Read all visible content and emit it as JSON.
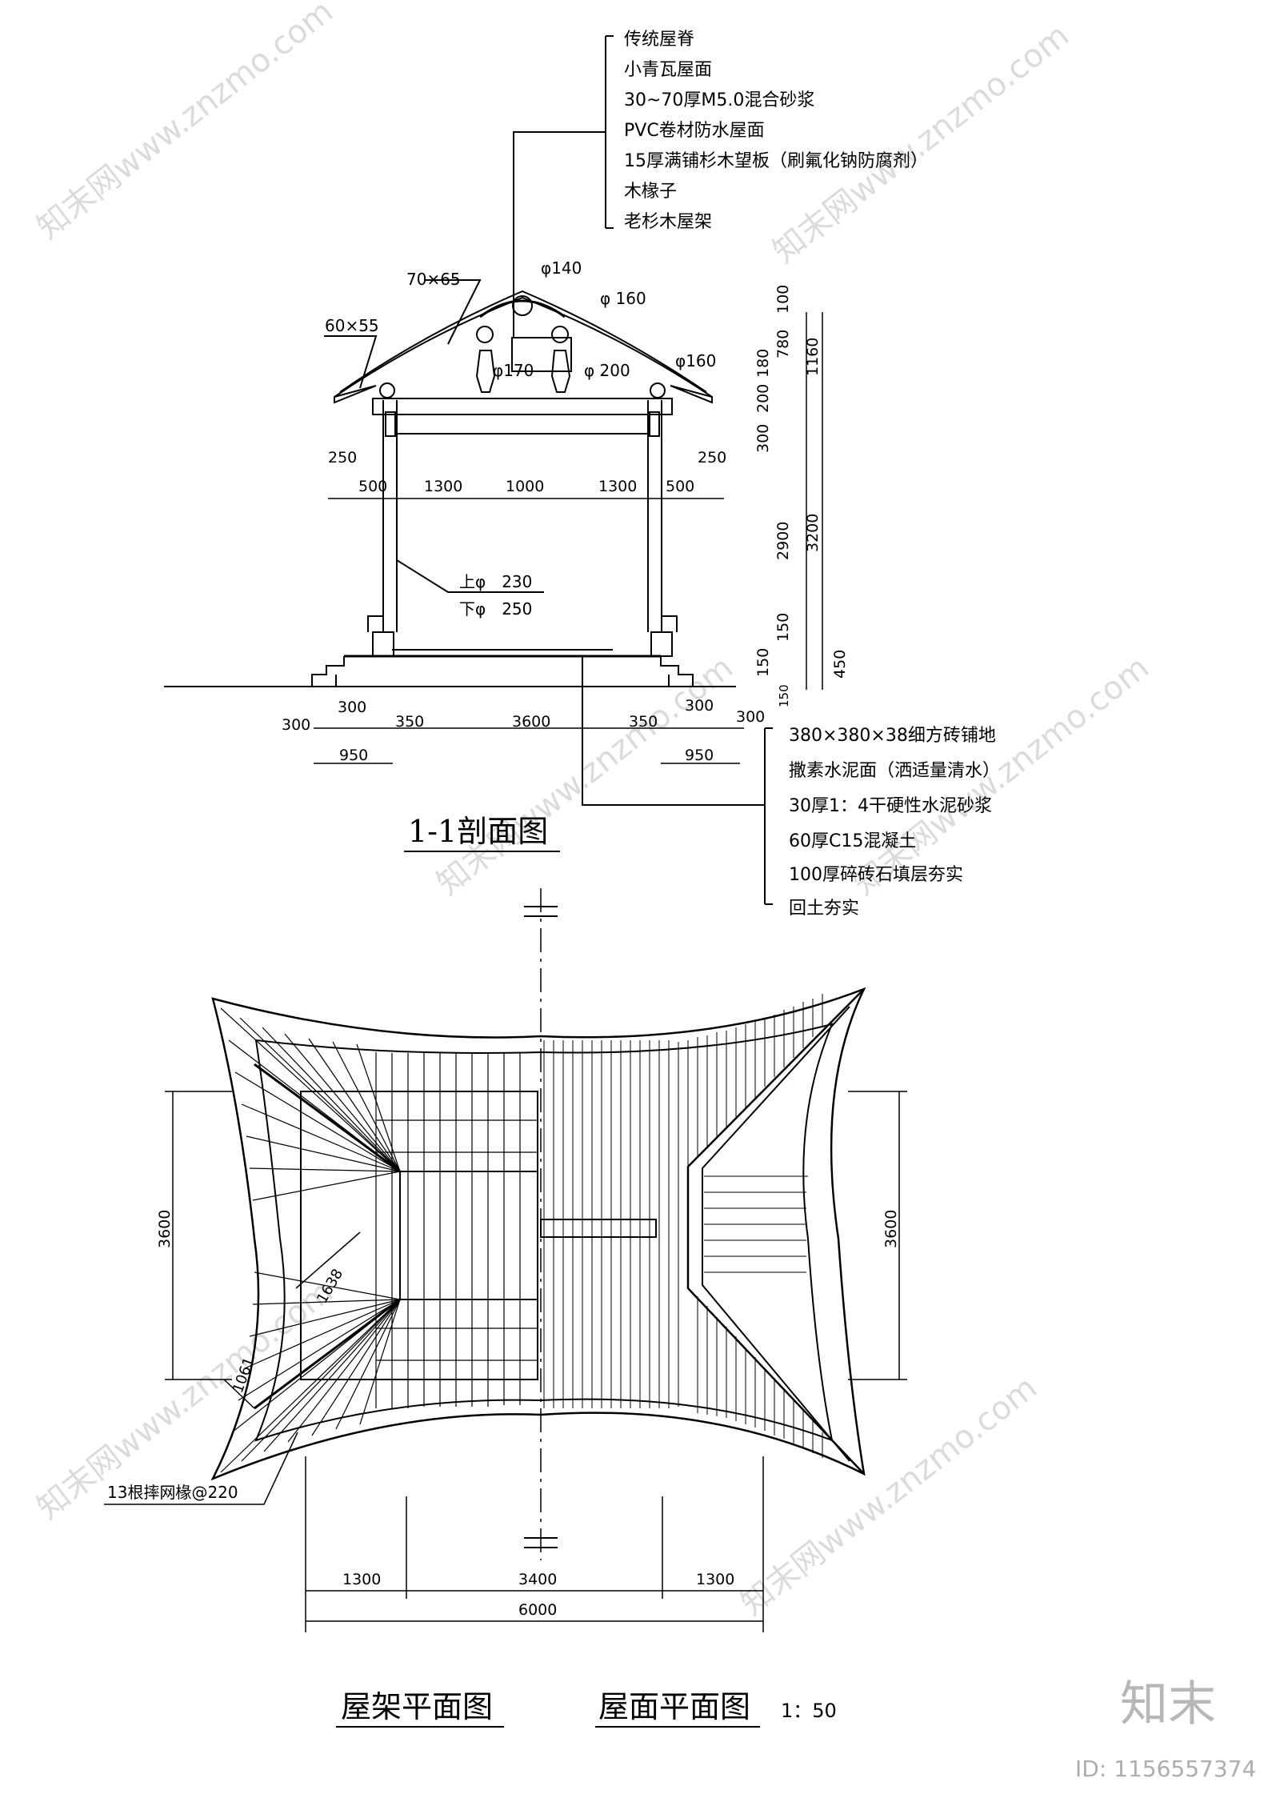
{
  "section": {
    "title": "1-1剖面图",
    "roof_layers": [
      "传统屋脊",
      "小青瓦屋面",
      "30~70厚M5.0混合砂浆",
      "PVC卷材防水屋面",
      "15厚满铺杉木望板（刷氟化钠防腐剂）",
      "木椽子",
      "老杉木屋架"
    ],
    "floor_layers": [
      "380×380×38细方砖铺地",
      "撒素水泥面（洒适量清水）",
      "30厚1：4干硬性水泥砂浆",
      "60厚C15混凝土",
      "100厚碎砖石填层夯实",
      "回土夯实"
    ],
    "labels": {
      "rafter_a": "70×65",
      "rafter_b": "60×55",
      "d140": "φ140",
      "d160a": "φ 160",
      "d170": "φ170",
      "d200": "φ 200",
      "d160b": "φ160",
      "col_top": "上φ　230",
      "col_bot": "下φ　250"
    },
    "dims_top": [
      "250",
      "500",
      "1300",
      "1000",
      "1300",
      "500",
      "250"
    ],
    "dims_bottom": [
      "300",
      "300",
      "350",
      "3600",
      "350",
      "300",
      "300"
    ],
    "dims_950": [
      "950",
      "950"
    ],
    "dims_right_inner": [
      "100",
      "780",
      "180",
      "200",
      "300",
      "2900",
      "150",
      "150",
      "150"
    ],
    "dims_right_outer": [
      "1160",
      "3200",
      "450"
    ]
  },
  "plan": {
    "title_frame": "屋架平面图",
    "title_roof": "屋面平面图",
    "scale": "1：50",
    "rafter_note": "13根摔网椽@220",
    "dim_1638": "1638",
    "dim_1061": "1061",
    "dim_left": "3600",
    "dim_right": "3600",
    "dims_bottom": [
      "1300",
      "3400",
      "1300"
    ],
    "dim_total": "6000"
  },
  "branding": {
    "logo": "知末",
    "id": "ID: 1156557374",
    "watermark": "知末网www.znzmo.com"
  }
}
